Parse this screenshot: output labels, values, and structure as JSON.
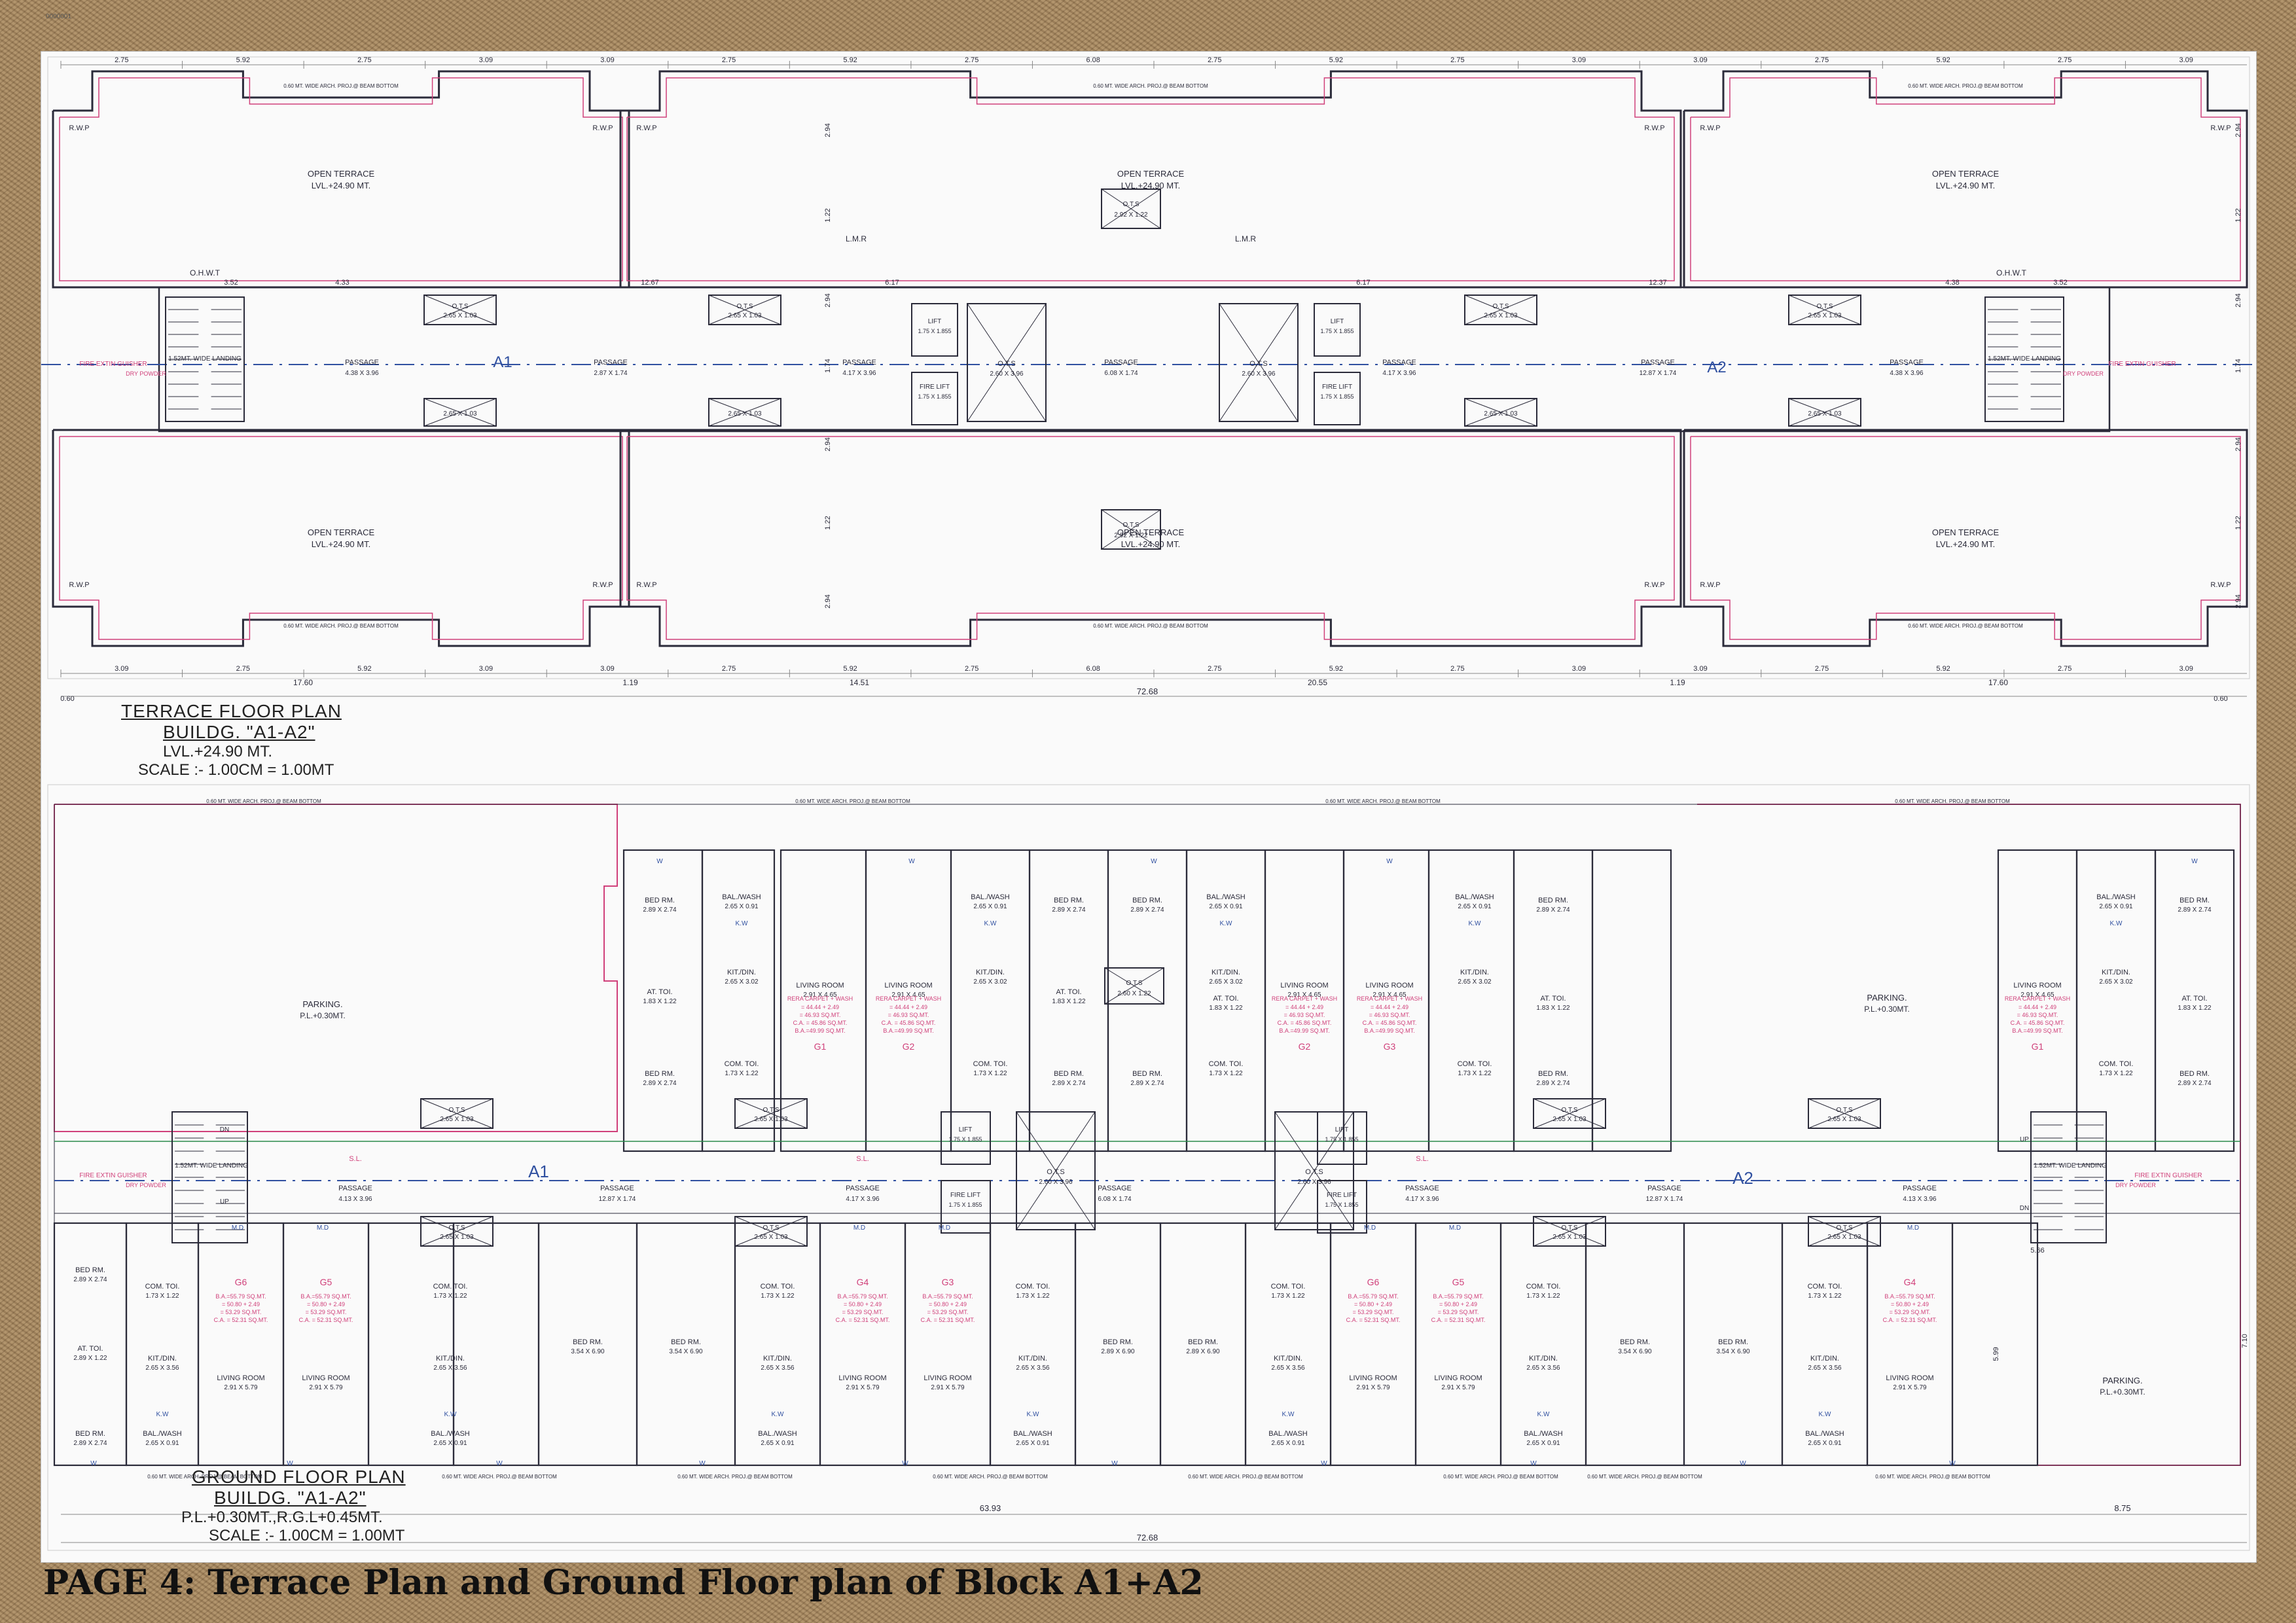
{
  "corner_tag": "0000001",
  "footer": "PAGE 4: Terrace Plan and Ground Floor plan of Block A1+A2",
  "terrace": {
    "title": "TERRACE FLOOR PLAN",
    "building": "BUILDG. \"A1-A2\"",
    "level": "LVL.+24.90 MT.",
    "scale": "SCALE :- 1.00CM = 1.00MT",
    "open_terrace": "OPEN TERRACE",
    "open_level": "LVL.+24.90 MT.",
    "rwp": "R.W.P",
    "arch": "0.60 MT. WIDE ARCH. PROJ.@ BEAM BOTTOM",
    "ohwt": "O.H.W.T",
    "lmr": "L.M.R",
    "ots": "O.T.S",
    "ots_dim1": "2.65 X 1.03",
    "ots_dim2": "2.60 X 3.96",
    "ots_top": "2.92 X 1.22",
    "ots_bot": "2.92 X 1.22",
    "lift": "LIFT",
    "lift_dim": "1.75 X 1.855",
    "fire_lift": "FIRE LIFT",
    "passage": "PASSAGE",
    "passage_dims": [
      "4.38 X 3.96",
      "2.87 X 1.74",
      "4.17 X 3.96",
      "6.08 X 1.74",
      "4.17 X 3.96",
      "12.87 X 1.74",
      "4.38 X 3.96"
    ],
    "landing": "1.52MT. WIDE LANDING",
    "fire_ext": "FIRE EXTIN GUISHER",
    "dry_powder": "DRY POWDER",
    "block_a1": "A1",
    "block_a2": "A2",
    "top_dims": [
      "2.75",
      "5.92",
      "2.75",
      "3.09",
      "3.09",
      "2.75",
      "5.92",
      "2.75",
      "6.08",
      "2.75",
      "5.92",
      "2.75",
      "3.09",
      "3.09",
      "2.75",
      "5.92",
      "2.75",
      "3.09"
    ],
    "bottom_dims": [
      "3.09",
      "2.75",
      "5.92",
      "3.09",
      "3.09",
      "2.75",
      "5.92",
      "2.75",
      "6.08",
      "2.75",
      "5.92",
      "2.75",
      "3.09",
      "3.09",
      "2.75",
      "5.92",
      "2.75",
      "3.09"
    ],
    "totals": [
      "17.60",
      "1.19",
      "14.51",
      "20.55",
      "1.19",
      "17.60"
    ],
    "overall": "72.68",
    "edge": "0.60",
    "side_dims": [
      "2.94",
      "1.22",
      "2.94",
      "1.74",
      "2.94",
      "1.22",
      "2.94"
    ],
    "mid_dims": [
      "3.52",
      "4.33",
      "12.67",
      "6.17",
      "6.17",
      "12.37",
      "4.38",
      "3.52"
    ]
  },
  "ground": {
    "title": "GROUND FLOOR PLAN",
    "building": "BUILDG. \"A1-A2\"",
    "level": "P.L.+0.30MT.,R.G.L+0.45MT.",
    "scale": "SCALE :- 1.00CM = 1.00MT",
    "parking": "PARKING.",
    "parking_level": "P.L.+0.30MT.",
    "bed": "BED RM.",
    "bed_dims": [
      "2.89 X 2.74",
      "3.54 X 6.90",
      "2.89 X 6.90"
    ],
    "bal": "BAL./WASH",
    "bal_dim": "2.65 X 0.91",
    "kit": "KIT./DIN.",
    "kit_dims": [
      "2.65 X 3.02",
      "2.65 X 3.56"
    ],
    "living": "LIVING ROOM",
    "living_dims": [
      "2.91 X 4.65",
      "2.91 X 5.79"
    ],
    "com_toi": "COM. TOI.",
    "com_toi_dim": "1.73 X 1.22",
    "at_toi": "AT. TOI.",
    "at_toi_dims": [
      "1.83 X 1.22",
      "2.89 X 1.22"
    ],
    "units_top": [
      "G1",
      "G2",
      "G2",
      "G3",
      "G1"
    ],
    "units_bottom": [
      "G6",
      "G5",
      "G4",
      "G3",
      "G6",
      "G5",
      "G4"
    ],
    "rera": "RERA CARPET + WASH",
    "rera_vals": [
      "= 44.44 + 2.49",
      "= 46.93 SQ.MT.",
      "C.A. = 45.86 SQ.MT.",
      "B.A.=49.99 SQ.MT."
    ],
    "rera_vals_b": [
      "B.A.=55.79 SQ.MT.",
      "= 50.80 + 2.49",
      "= 53.29 SQ.MT.",
      "C.A. = 52.31 SQ.MT."
    ],
    "passage": "PASSAGE",
    "passage_dims": [
      "4.13 X 3.96",
      "12.87 X 1.74",
      "4.17 X 3.96",
      "6.08 X 1.74",
      "4.17 X 3.96",
      "12.87 X 1.74",
      "4.13 X 3.96"
    ],
    "lift": "LIFT",
    "lift_dim": "1.75 X 1.855",
    "fire_lift": "FIRE LIFT",
    "ots": "O.T.S",
    "ots_dims": [
      "2.65 X 1.03",
      "2.60 X 3.96",
      "2.60 X 1.22"
    ],
    "landing": "1.52MT. WIDE LANDING",
    "up": "UP",
    "dn": "DN",
    "fire_ext": "FIRE EXTIN GUISHER",
    "dry_powder": "DRY POWDER",
    "sl": "S.L.",
    "md": "M.D",
    "kw": "K.W",
    "w": "W",
    "block_a1": "A1",
    "block_a2": "A2",
    "arch": "0.60 MT. WIDE ARCH. PROJ.@ BEAM BOTTOM",
    "dim_6393": "63.93",
    "dim_875": "8.75",
    "overall": "72.68",
    "dim_566": "5.66",
    "dim_599": "5.99",
    "dim_710": "7.10"
  }
}
